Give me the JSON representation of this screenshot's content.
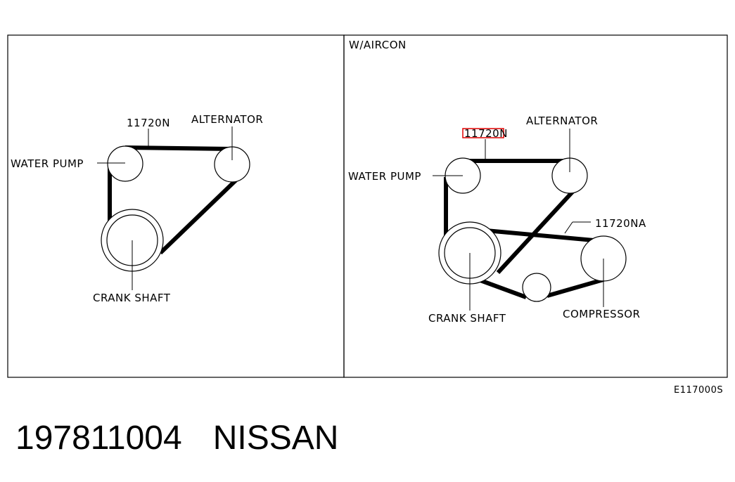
{
  "diagram": {
    "code": "E117000S",
    "left_panel": {
      "labels": {
        "belt": "11720N",
        "alternator": "ALTERNATOR",
        "water_pump": "WATER PUMP",
        "crank_shaft": "CRANK SHAFT"
      }
    },
    "right_panel": {
      "title": "W/AIRCON",
      "labels": {
        "belt_highlighted": "11720N",
        "alternator": "ALTERNATOR",
        "water_pump": "WATER PUMP",
        "belt_ac": "11720NA",
        "crank_shaft": "CRANK SHAFT",
        "compressor": "COMPRESSOR"
      },
      "highlight_color": "#e00000"
    }
  },
  "footer": {
    "part_number": "197811004",
    "brand": "NISSAN"
  }
}
